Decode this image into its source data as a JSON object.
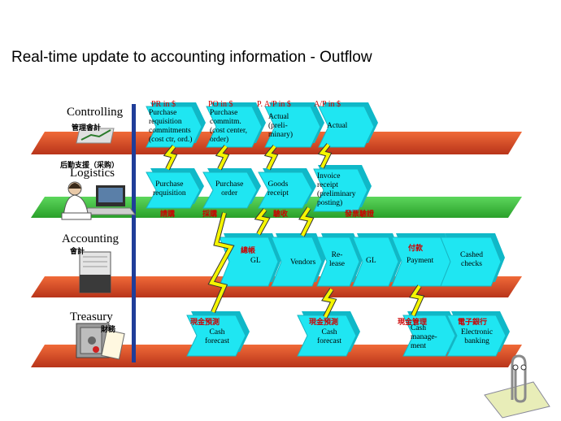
{
  "title": "Real-time update to accounting information - Outflow",
  "lanes": {
    "controlling": {
      "name": "Controlling",
      "zh": "管理會計"
    },
    "logistics": {
      "name": "Logistics",
      "zh": "后勤支援（采购）"
    },
    "accounting": {
      "name": "Accounting",
      "zh": "會計"
    },
    "treasury": {
      "name": "Treasury",
      "zh": "財務"
    }
  },
  "controlling_headers": [
    "PR in $",
    "PO in $",
    "P. A/P in $",
    "A/P in $"
  ],
  "controlling_steps": [
    "Purchase\nrequisition\ncommitments\n(cost ctr, ord.)",
    "Purchase\ncommitm.\n(cost center,\norder)",
    "Actual\n(preli-\nminary)",
    "Actual"
  ],
  "logistics_steps": [
    "Purchase\nrequisition",
    "Purchase\norder",
    "Goods\nreceipt",
    "Invoice\nreceipt\n(preliminary\nposting)"
  ],
  "logistics_zh": [
    "請購",
    "採購",
    "驗收",
    "發票驗證"
  ],
  "accounting_steps": [
    {
      "zh": "總帳",
      "label": "GL"
    },
    {
      "zh": "",
      "label": "Vendors"
    },
    {
      "zh": "",
      "label": "Re-\nlease"
    },
    {
      "zh": "",
      "label": "GL"
    },
    {
      "zh": "付款",
      "label": "Payment"
    },
    {
      "zh": "",
      "label": "Cashed\nchecks"
    }
  ],
  "treasury_steps": [
    {
      "zh": "現金預測",
      "label": "Cash\nforecast"
    },
    {
      "zh": "現金預測",
      "label": "Cash\nforecast"
    },
    {
      "zh": "現金管理",
      "label": "Cash\nmanage-\nment"
    },
    {
      "zh": "電子銀行",
      "label": "Electronic\nbanking"
    }
  ],
  "colors": {
    "band_red": "#d9481e",
    "band_green": "#3bbf3b",
    "chevron": "#1fe6f2",
    "lightning": "#f5f500",
    "header_red": "#cc0000",
    "divider": "#1f3d99"
  },
  "icons": [
    "chart-icon",
    "person-computer-icon",
    "server-icon",
    "safe-icon",
    "paperclip-assistant-icon"
  ]
}
